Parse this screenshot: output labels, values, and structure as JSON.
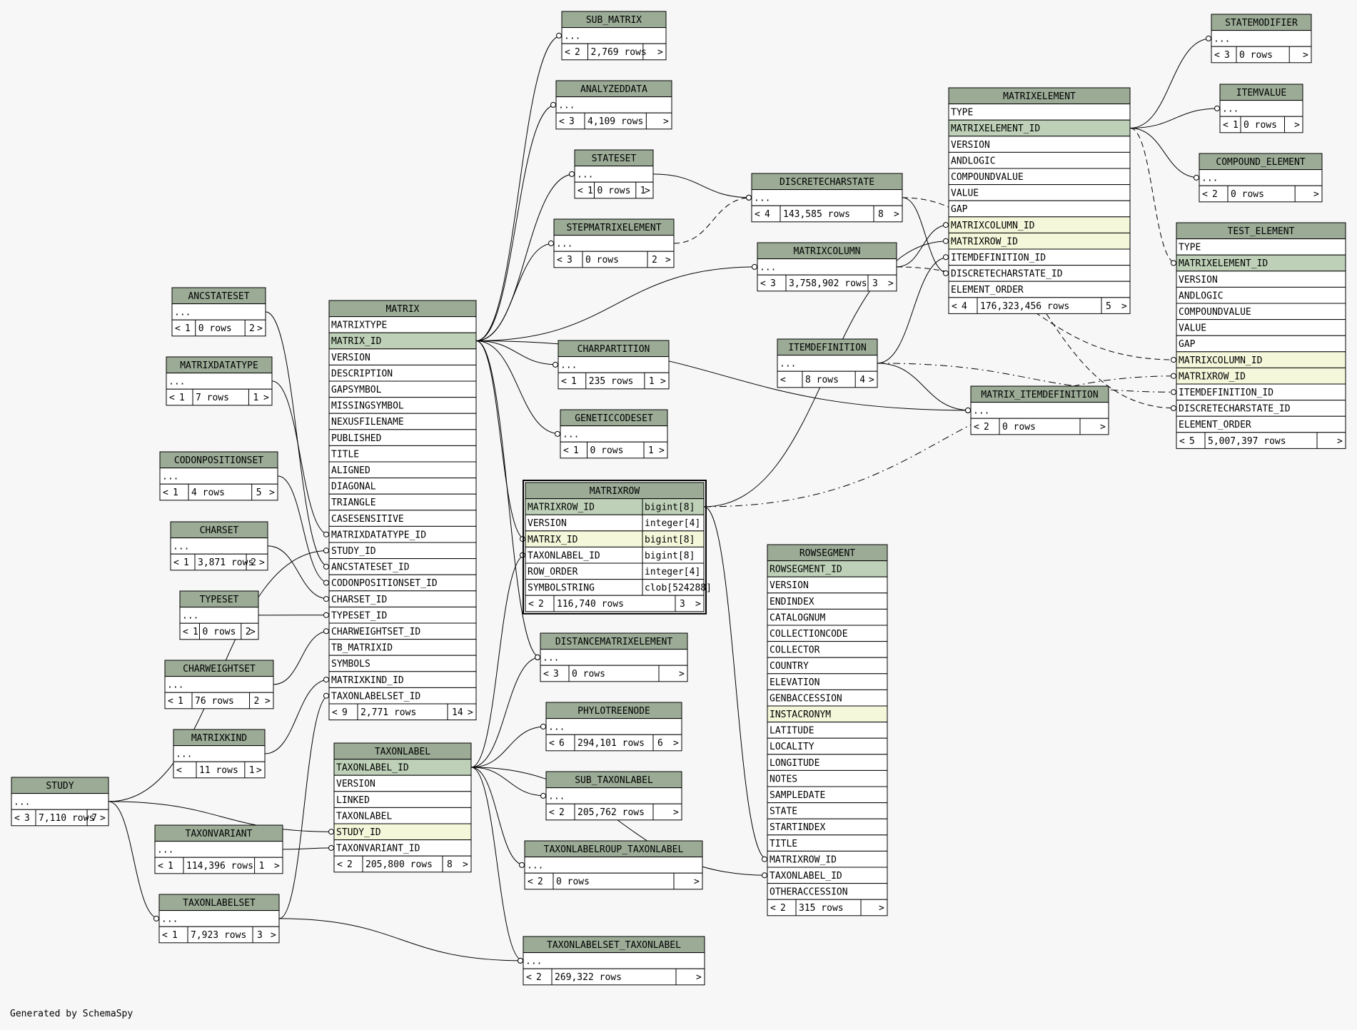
{
  "footer": "Generated by SchemaSpy",
  "colors": {
    "header": "#9bab96",
    "primary_key": "#bed1b8",
    "foreign_key": "#f4f7da",
    "cell": "#ffffff",
    "border": "#000000",
    "background": "#f7f7f7"
  },
  "tables": [
    {
      "id": "sub_matrix",
      "name": "SUB_MATRIX",
      "rows": [
        {
          "text": "..."
        }
      ],
      "footer": {
        "parents": "2",
        "rows": "2,769 rows",
        "children": ""
      }
    },
    {
      "id": "analyzeddata",
      "name": "ANALYZEDDATA",
      "rows": [
        {
          "text": "..."
        }
      ],
      "footer": {
        "parents": "3",
        "rows": "4,109 rows",
        "children": ""
      }
    },
    {
      "id": "stateset",
      "name": "STATESET",
      "rows": [
        {
          "text": "..."
        }
      ],
      "footer": {
        "parents": "1",
        "rows": "0 rows",
        "children": "1"
      }
    },
    {
      "id": "stepmatrixelement",
      "name": "STEPMATRIXELEMENT",
      "rows": [
        {
          "text": "..."
        }
      ],
      "footer": {
        "parents": "3",
        "rows": "0 rows",
        "children": "2"
      }
    },
    {
      "id": "discretecharstate",
      "name": "DISCRETECHARSTATE",
      "rows": [
        {
          "text": "..."
        }
      ],
      "footer": {
        "parents": "4",
        "rows": "143,585 rows",
        "children": "8"
      }
    },
    {
      "id": "matrixcolumn",
      "name": "MATRIXCOLUMN",
      "rows": [
        {
          "text": "..."
        }
      ],
      "footer": {
        "parents": "3",
        "rows": "3,758,902 rows",
        "children": "3"
      }
    },
    {
      "id": "matrixelement",
      "name": "MATRIXELEMENT",
      "rows": [
        {
          "text": "TYPE"
        },
        {
          "text": "MATRIXELEMENT_ID",
          "kind": "pk"
        },
        {
          "text": "VERSION"
        },
        {
          "text": "ANDLOGIC"
        },
        {
          "text": "COMPOUNDVALUE"
        },
        {
          "text": "VALUE"
        },
        {
          "text": "GAP"
        },
        {
          "text": "MATRIXCOLUMN_ID",
          "kind": "fk"
        },
        {
          "text": "MATRIXROW_ID",
          "kind": "fk"
        },
        {
          "text": "ITEMDEFINITION_ID"
        },
        {
          "text": "DISCRETECHARSTATE_ID"
        },
        {
          "text": "ELEMENT_ORDER"
        }
      ],
      "footer": {
        "parents": "4",
        "rows": "176,323,456 rows",
        "children": "5"
      }
    },
    {
      "id": "statemodifier",
      "name": "STATEMODIFIER",
      "rows": [
        {
          "text": "..."
        }
      ],
      "footer": {
        "parents": "3",
        "rows": "0 rows",
        "children": ""
      }
    },
    {
      "id": "itemvalue",
      "name": "ITEMVALUE",
      "rows": [
        {
          "text": "..."
        }
      ],
      "footer": {
        "parents": "1",
        "rows": "0 rows",
        "children": ""
      }
    },
    {
      "id": "compound_element",
      "name": "COMPOUND_ELEMENT",
      "rows": [
        {
          "text": "..."
        }
      ],
      "footer": {
        "parents": "2",
        "rows": "0 rows",
        "children": ""
      }
    },
    {
      "id": "test_element",
      "name": "TEST_ELEMENT",
      "rows": [
        {
          "text": "TYPE"
        },
        {
          "text": "MATRIXELEMENT_ID",
          "kind": "pk"
        },
        {
          "text": "VERSION"
        },
        {
          "text": "ANDLOGIC"
        },
        {
          "text": "COMPOUNDVALUE"
        },
        {
          "text": "VALUE"
        },
        {
          "text": "GAP"
        },
        {
          "text": "MATRIXCOLUMN_ID",
          "kind": "fk"
        },
        {
          "text": "MATRIXROW_ID",
          "kind": "fk"
        },
        {
          "text": "ITEMDEFINITION_ID"
        },
        {
          "text": "DISCRETECHARSTATE_ID"
        },
        {
          "text": "ELEMENT_ORDER"
        }
      ],
      "footer": {
        "parents": "5",
        "rows": "5,007,397 rows",
        "children": ""
      }
    },
    {
      "id": "itemdefinition",
      "name": "ITEMDEFINITION",
      "rows": [
        {
          "text": "..."
        }
      ],
      "footer": {
        "parents": "",
        "rows": "8 rows",
        "children": "4"
      }
    },
    {
      "id": "matrix_itemdefinition",
      "name": "MATRIX_ITEMDEFINITION",
      "rows": [
        {
          "text": "..."
        }
      ],
      "footer": {
        "parents": "2",
        "rows": "0 rows",
        "children": ""
      }
    },
    {
      "id": "matrix",
      "name": "MATRIX",
      "rows": [
        {
          "text": "MATRIXTYPE"
        },
        {
          "text": "MATRIX_ID",
          "kind": "pk"
        },
        {
          "text": "VERSION"
        },
        {
          "text": "DESCRIPTION"
        },
        {
          "text": "GAPSYMBOL"
        },
        {
          "text": "MISSINGSYMBOL"
        },
        {
          "text": "NEXUSFILENAME"
        },
        {
          "text": "PUBLISHED"
        },
        {
          "text": "TITLE"
        },
        {
          "text": "ALIGNED"
        },
        {
          "text": "DIAGONAL"
        },
        {
          "text": "TRIANGLE"
        },
        {
          "text": "CASESENSITIVE"
        },
        {
          "text": "MATRIXDATATYPE_ID"
        },
        {
          "text": "STUDY_ID"
        },
        {
          "text": "ANCSTATESET_ID"
        },
        {
          "text": "CODONPOSITIONSET_ID"
        },
        {
          "text": "CHARSET_ID"
        },
        {
          "text": "TYPESET_ID"
        },
        {
          "text": "CHARWEIGHTSET_ID"
        },
        {
          "text": "TB_MATRIXID"
        },
        {
          "text": "SYMBOLS"
        },
        {
          "text": "MATRIXKIND_ID"
        },
        {
          "text": "TAXONLABELSET_ID"
        }
      ],
      "footer": {
        "parents": "9",
        "rows": "2,771 rows",
        "children": "14"
      }
    },
    {
      "id": "charpartition",
      "name": "CHARPARTITION",
      "rows": [
        {
          "text": "..."
        }
      ],
      "footer": {
        "parents": "1",
        "rows": "235 rows",
        "children": "1"
      }
    },
    {
      "id": "geneticcodeset",
      "name": "GENETICCODESET",
      "rows": [
        {
          "text": "..."
        }
      ],
      "footer": {
        "parents": "1",
        "rows": "0 rows",
        "children": "1"
      }
    },
    {
      "id": "matrixrow",
      "name": "MATRIXROW",
      "rows": [
        {
          "text": "MATRIXROW_ID",
          "type": "bigint[8]",
          "kind": "pk"
        },
        {
          "text": "VERSION",
          "type": "integer[4]"
        },
        {
          "text": "MATRIX_ID",
          "type": "bigint[8]",
          "kind": "fk"
        },
        {
          "text": "TAXONLABEL_ID",
          "type": "bigint[8]"
        },
        {
          "text": "ROW_ORDER",
          "type": "integer[4]"
        },
        {
          "text": "SYMBOLSTRING",
          "type": "clob[524288]"
        }
      ],
      "footer": {
        "parents": "2",
        "rows": "116,740 rows",
        "children": "3"
      }
    },
    {
      "id": "rowsegment",
      "name": "ROWSEGMENT",
      "rows": [
        {
          "text": "ROWSEGMENT_ID",
          "kind": "pk"
        },
        {
          "text": "VERSION"
        },
        {
          "text": "ENDINDEX"
        },
        {
          "text": "CATALOGNUM"
        },
        {
          "text": "COLLECTIONCODE"
        },
        {
          "text": "COLLECTOR"
        },
        {
          "text": "COUNTRY"
        },
        {
          "text": "ELEVATION"
        },
        {
          "text": "GENBACCESSION"
        },
        {
          "text": "INSTACRONYM",
          "kind": "fk"
        },
        {
          "text": "LATITUDE"
        },
        {
          "text": "LOCALITY"
        },
        {
          "text": "LONGITUDE"
        },
        {
          "text": "NOTES"
        },
        {
          "text": "SAMPLEDATE"
        },
        {
          "text": "STATE"
        },
        {
          "text": "STARTINDEX"
        },
        {
          "text": "TITLE"
        },
        {
          "text": "MATRIXROW_ID"
        },
        {
          "text": "TAXONLABEL_ID"
        },
        {
          "text": "OTHERACCESSION"
        }
      ],
      "footer": {
        "parents": "2",
        "rows": "315 rows",
        "children": ""
      }
    },
    {
      "id": "ancstateset",
      "name": "ANCSTATESET",
      "rows": [
        {
          "text": "..."
        }
      ],
      "footer": {
        "parents": "1",
        "rows": "0 rows",
        "children": "2"
      }
    },
    {
      "id": "matrixdatatype",
      "name": "MATRIXDATATYPE",
      "rows": [
        {
          "text": "..."
        }
      ],
      "footer": {
        "parents": "1",
        "rows": "7 rows",
        "children": "1"
      }
    },
    {
      "id": "codonpositionset",
      "name": "CODONPOSITIONSET",
      "rows": [
        {
          "text": "..."
        }
      ],
      "footer": {
        "parents": "1",
        "rows": "4 rows",
        "children": "5"
      }
    },
    {
      "id": "charset",
      "name": "CHARSET",
      "rows": [
        {
          "text": "..."
        }
      ],
      "footer": {
        "parents": "1",
        "rows": "3,871 rows",
        "children": "2"
      }
    },
    {
      "id": "typeset",
      "name": "TYPESET",
      "rows": [
        {
          "text": "..."
        }
      ],
      "footer": {
        "parents": "1",
        "rows": "0 rows",
        "children": "2"
      }
    },
    {
      "id": "charweightset",
      "name": "CHARWEIGHTSET",
      "rows": [
        {
          "text": "..."
        }
      ],
      "footer": {
        "parents": "1",
        "rows": "76 rows",
        "children": "2"
      }
    },
    {
      "id": "matrixkind",
      "name": "MATRIXKIND",
      "rows": [
        {
          "text": "..."
        }
      ],
      "footer": {
        "parents": "",
        "rows": "11 rows",
        "children": "1"
      }
    },
    {
      "id": "study",
      "name": "STUDY",
      "rows": [
        {
          "text": "..."
        }
      ],
      "footer": {
        "parents": "3",
        "rows": "7,110 rows",
        "children": "7"
      }
    },
    {
      "id": "taxonlabel",
      "name": "TAXONLABEL",
      "rows": [
        {
          "text": "TAXONLABEL_ID",
          "kind": "pk"
        },
        {
          "text": "VERSION"
        },
        {
          "text": "LINKED"
        },
        {
          "text": "TAXONLABEL"
        },
        {
          "text": "STUDY_ID",
          "kind": "fk"
        },
        {
          "text": "TAXONVARIANT_ID"
        }
      ],
      "footer": {
        "parents": "2",
        "rows": "205,800 rows",
        "children": "8"
      }
    },
    {
      "id": "taxonvariant",
      "name": "TAXONVARIANT",
      "rows": [
        {
          "text": "..."
        }
      ],
      "footer": {
        "parents": "1",
        "rows": "114,396 rows",
        "children": "1"
      }
    },
    {
      "id": "taxonlabelset",
      "name": "TAXONLABELSET",
      "rows": [
        {
          "text": "..."
        }
      ],
      "footer": {
        "parents": "1",
        "rows": "7,923 rows",
        "children": "3"
      }
    },
    {
      "id": "distancematrixelement",
      "name": "DISTANCEMATRIXELEMENT",
      "rows": [
        {
          "text": "..."
        }
      ],
      "footer": {
        "parents": "3",
        "rows": "0 rows",
        "children": ""
      }
    },
    {
      "id": "phylotreenode",
      "name": "PHYLOTREENODE",
      "rows": [
        {
          "text": "..."
        }
      ],
      "footer": {
        "parents": "6",
        "rows": "294,101 rows",
        "children": "6"
      }
    },
    {
      "id": "sub_taxonlabel",
      "name": "SUB_TAXONLABEL",
      "rows": [
        {
          "text": "..."
        }
      ],
      "footer": {
        "parents": "2",
        "rows": "205,762 rows",
        "children": ""
      }
    },
    {
      "id": "taxonlabelroup_taxonlabel",
      "name": "TAXONLABELROUP_TAXONLABEL",
      "rows": [
        {
          "text": "..."
        }
      ],
      "footer": {
        "parents": "2",
        "rows": "0 rows",
        "children": ""
      }
    },
    {
      "id": "taxonlabelset_taxonlabel",
      "name": "TAXONLABELSET_TAXONLABEL",
      "rows": [
        {
          "text": "..."
        }
      ],
      "footer": {
        "parents": "2",
        "rows": "269,322 rows",
        "children": ""
      }
    }
  ]
}
